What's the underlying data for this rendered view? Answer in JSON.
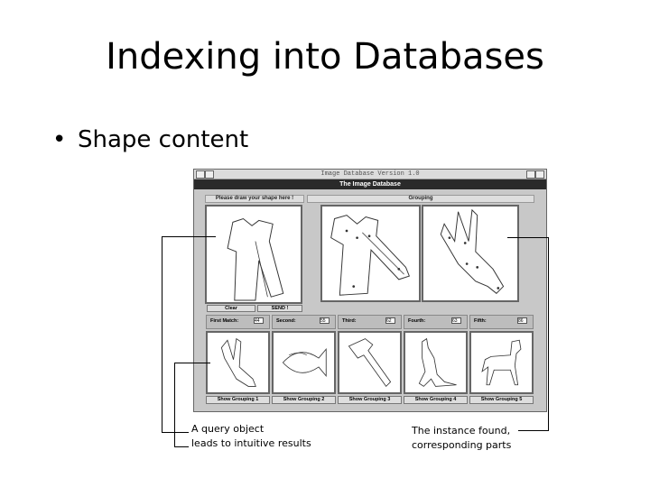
{
  "slide": {
    "title": "Indexing into Databases",
    "bullet": "Shape content"
  },
  "window": {
    "title": "Image Database Version 1.0",
    "header": "The Image Database",
    "draw_label": "Please draw your shape here !",
    "grouping_label": "Grouping",
    "clear_button": "Clear",
    "send_button": "SEND !"
  },
  "matches": [
    {
      "label": "First Match:",
      "value": "44",
      "button": "Show Grouping 1",
      "icon": "rabbit-shape-icon"
    },
    {
      "label": "Second:",
      "value": "55",
      "button": "Show Grouping 2",
      "icon": "fish-shape-icon"
    },
    {
      "label": "Third:",
      "value": "62",
      "button": "Show Grouping 3",
      "icon": "hammer-shape-icon"
    },
    {
      "label": "Fourth:",
      "value": "63",
      "button": "Show Grouping 4",
      "icon": "kangaroo-shape-icon"
    },
    {
      "label": "Fifth:",
      "value": "86",
      "button": "Show Grouping 5",
      "icon": "horse-shape-icon"
    }
  ],
  "annotations": {
    "left_line1": "A query object",
    "left_line2": "leads to intuitive results",
    "right_line1": "The instance found,",
    "right_line2": "corresponding parts"
  }
}
